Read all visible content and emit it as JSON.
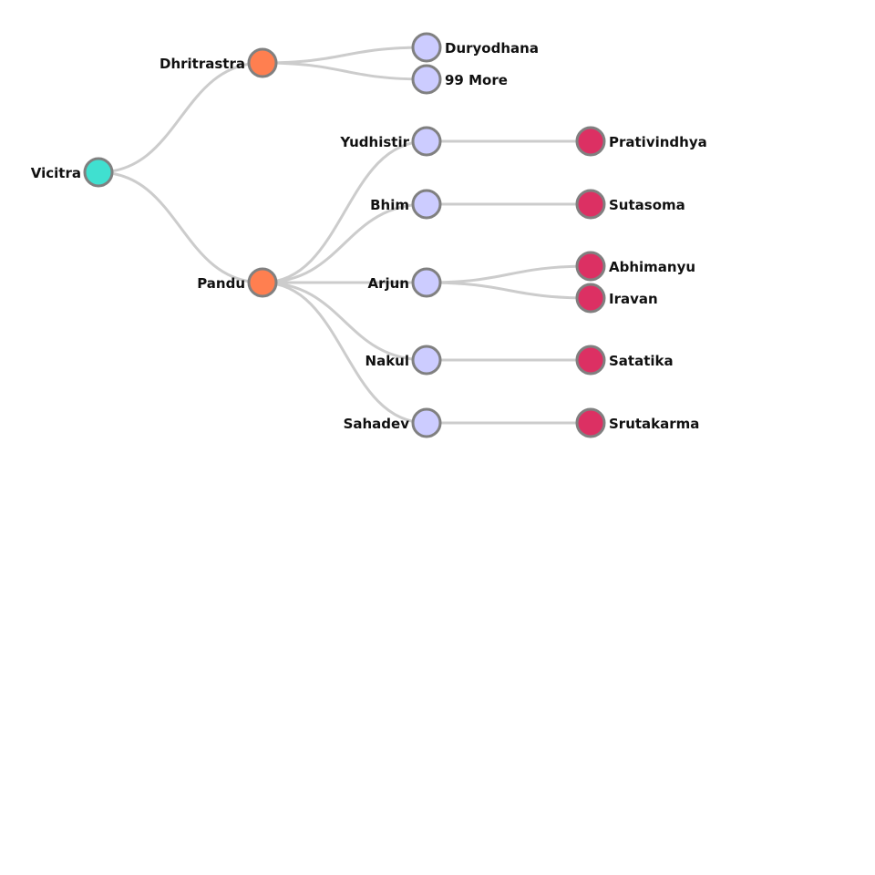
{
  "tree": {
    "title": "Family Tree",
    "colors": {
      "root": "#40e0d0",
      "generation_1": "#ff7f50",
      "generation_2": "#ccccff",
      "generation_3": "#dc3063",
      "node_stroke": "#808080",
      "link": "#cccccc"
    },
    "root": {
      "name": "Vicitra",
      "level": "root",
      "children": [
        {
          "name": "Dhritrastra",
          "level": "generation_1",
          "children": [
            {
              "name": "Duryodhana",
              "level": "generation_2",
              "children": []
            },
            {
              "name": "99 More",
              "level": "generation_2",
              "children": []
            }
          ]
        },
        {
          "name": "Pandu",
          "level": "generation_1",
          "children": [
            {
              "name": "Yudhistir",
              "level": "generation_2",
              "children": [
                {
                  "name": "Prativindhya",
                  "level": "generation_3",
                  "children": []
                }
              ]
            },
            {
              "name": "Bhim",
              "level": "generation_2",
              "children": [
                {
                  "name": "Sutasoma",
                  "level": "generation_3",
                  "children": []
                }
              ]
            },
            {
              "name": "Arjun",
              "level": "generation_2",
              "children": [
                {
                  "name": "Abhimanyu",
                  "level": "generation_3",
                  "children": []
                },
                {
                  "name": "Iravan",
                  "level": "generation_3",
                  "children": []
                }
              ]
            },
            {
              "name": "Nakul",
              "level": "generation_2",
              "children": [
                {
                  "name": "Satatika",
                  "level": "generation_3",
                  "children": []
                }
              ]
            },
            {
              "name": "Sahadev",
              "level": "generation_2",
              "children": [
                {
                  "name": "Srutakarma",
                  "level": "generation_3",
                  "children": []
                }
              ]
            }
          ]
        }
      ]
    }
  }
}
